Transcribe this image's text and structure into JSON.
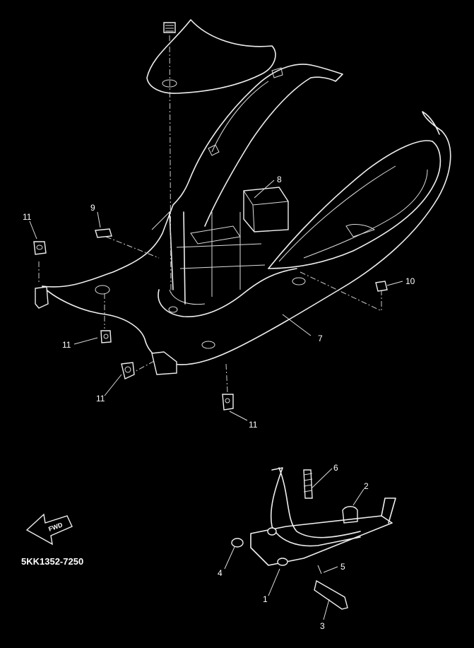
{
  "callouts": {
    "c1": "1",
    "c2": "2",
    "c3": "3",
    "c4": "4",
    "c5": "5",
    "c6": "6",
    "c7": "7",
    "c8": "8",
    "c9": "9",
    "c10": "10",
    "c11a": "11",
    "c11b": "11",
    "c11c": "11",
    "c11d": "11"
  },
  "fwd_label": "FWD",
  "diagram_code": "5KK1352-7250",
  "colors": {
    "background": "#000000",
    "line": "#eeeeee"
  }
}
